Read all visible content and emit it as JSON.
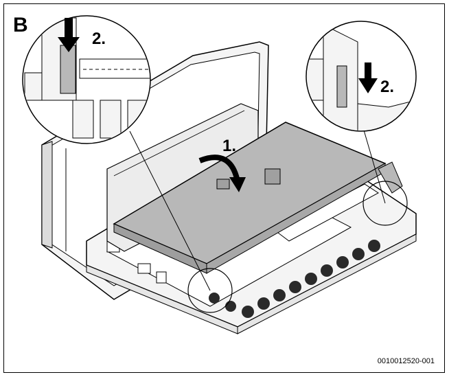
{
  "figure": {
    "panel_label": "B",
    "reference_code": "0010012520-001"
  },
  "steps": {
    "step1": "1.",
    "step2_left": "2.",
    "step2_right": "2."
  },
  "colors": {
    "cover_fill": "#b8b8b8",
    "housing_fill": "#f4f4f4",
    "outline": "#000000",
    "glands": "#2a2a2a"
  },
  "icons": {
    "rotate_arrow": "curved-arrow-icon",
    "press_arrow": "down-arrow-icon"
  }
}
